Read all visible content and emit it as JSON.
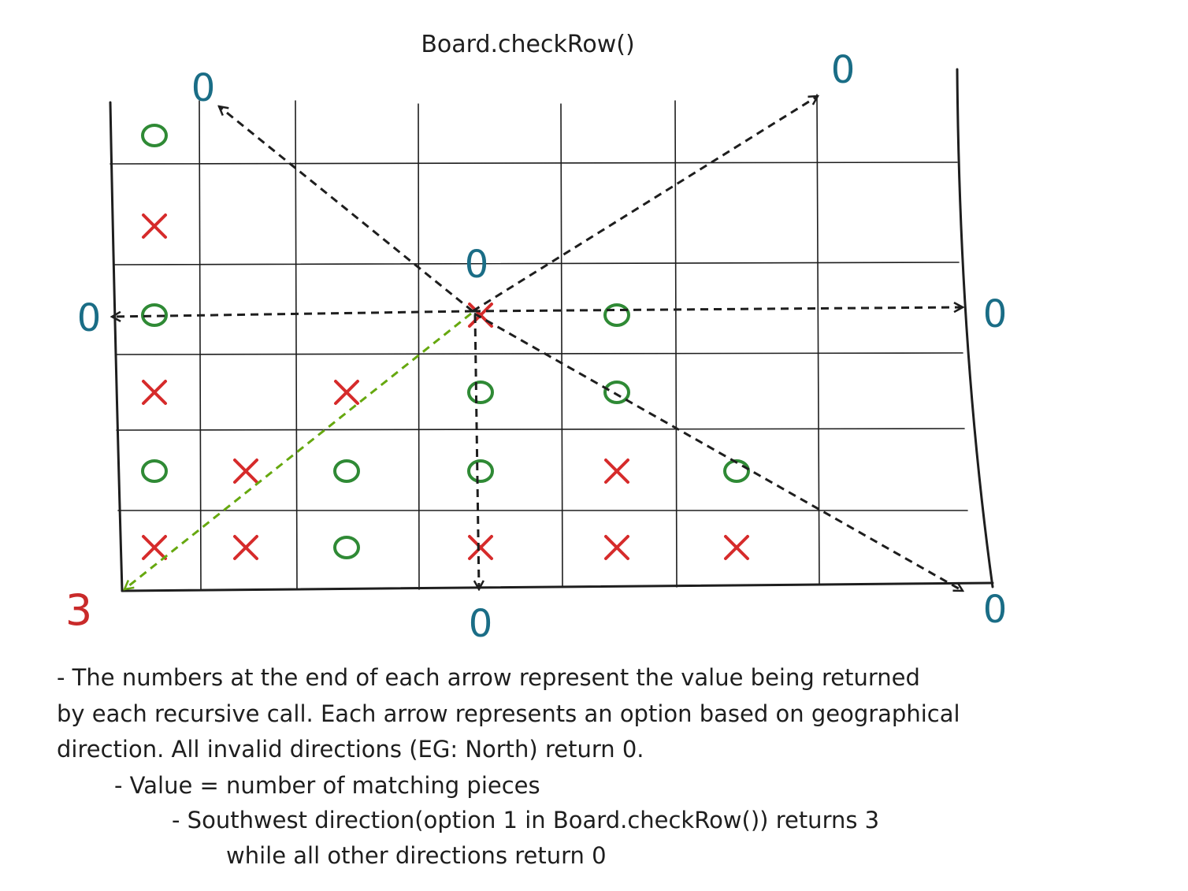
{
  "title": "Board.checkRow()",
  "colors": {
    "ink": "#1e1e1e",
    "x_piece": "#d62b2b",
    "o_piece": "#2f8a35",
    "return_zero": "#1a6d86",
    "return_match": "#c92a2a",
    "match_arrow": "#66a80f"
  },
  "board": {
    "rows": 6,
    "cols": 7,
    "cells": [
      [
        "O",
        "",
        "",
        "",
        "",
        "",
        ""
      ],
      [
        "X",
        "",
        "",
        "",
        "",
        "",
        ""
      ],
      [
        "O",
        "",
        "",
        "X",
        "O",
        "",
        ""
      ],
      [
        "X",
        "",
        "X",
        "O",
        "O",
        "",
        ""
      ],
      [
        "O",
        "X",
        "O",
        "O",
        "X",
        "O",
        ""
      ],
      [
        "X",
        "X",
        "O",
        "X",
        "X",
        "X",
        ""
      ]
    ]
  },
  "returns": {
    "northwest": "0",
    "northeast": "0",
    "north": "0",
    "west": "0",
    "east": "0",
    "south": "0",
    "southeast": "0",
    "southwest": "3"
  },
  "notes": {
    "line1": "- The numbers at the end of each arrow represent the value being returned",
    "line2": "by each recursive call. Each arrow represents an option based on geographical",
    "line3": "direction. All invalid directions (EG: North) return 0.",
    "line4": "- Value = number of matching pieces",
    "line5": "- Southwest direction(option 1 in Board.checkRow()) returns 3",
    "line6": "while all other directions return 0"
  }
}
